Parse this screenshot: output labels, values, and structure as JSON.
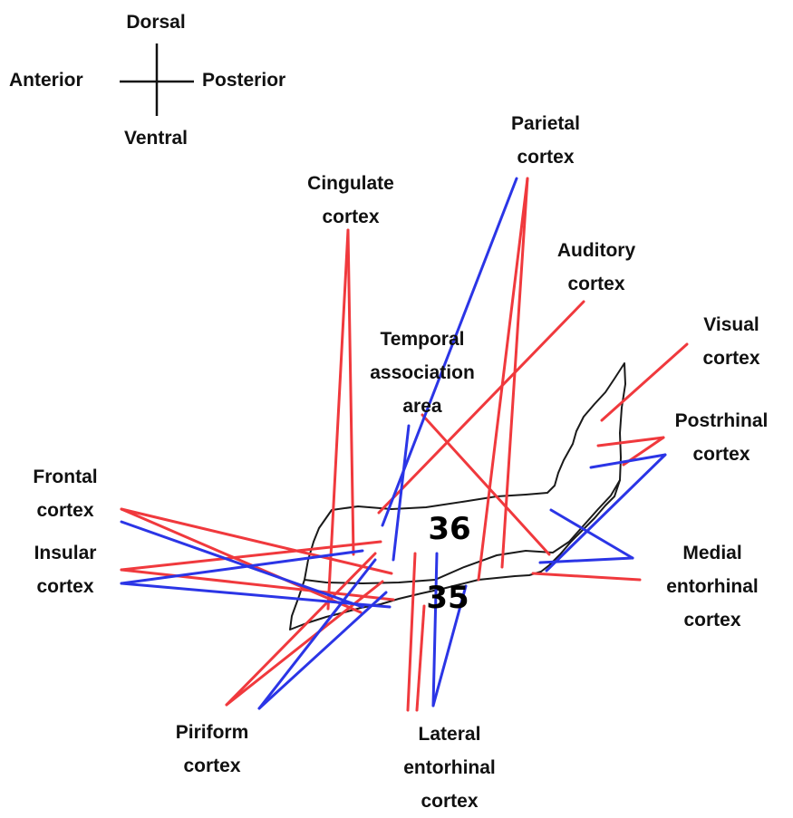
{
  "orientation": {
    "dorsal": "Dorsal",
    "ventral": "Ventral",
    "anterior": "Anterior",
    "posterior": "Posterior"
  },
  "regions": {
    "area36": "36",
    "area35": "35"
  },
  "labels": {
    "cingulate": [
      "Cingulate",
      "cortex"
    ],
    "parietal": [
      "Parietal",
      "cortex"
    ],
    "auditory": [
      "Auditory",
      "cortex"
    ],
    "temporal": [
      "Temporal",
      "association",
      "area"
    ],
    "visual": [
      "Visual",
      "cortex"
    ],
    "postrhinal": [
      "Postrhinal",
      "cortex"
    ],
    "frontal": [
      "Frontal",
      "cortex"
    ],
    "insular": [
      "Insular",
      "cortex"
    ],
    "medial_ec": [
      "Medial",
      "entorhinal",
      "cortex"
    ],
    "piriform": [
      "Piriform",
      "cortex"
    ],
    "lateral_ec": [
      "Lateral",
      "entorhinal",
      "cortex"
    ]
  },
  "colors": {
    "red": "#f0393d",
    "blue": "#2b35e6",
    "outline": "#1a1a1a"
  }
}
